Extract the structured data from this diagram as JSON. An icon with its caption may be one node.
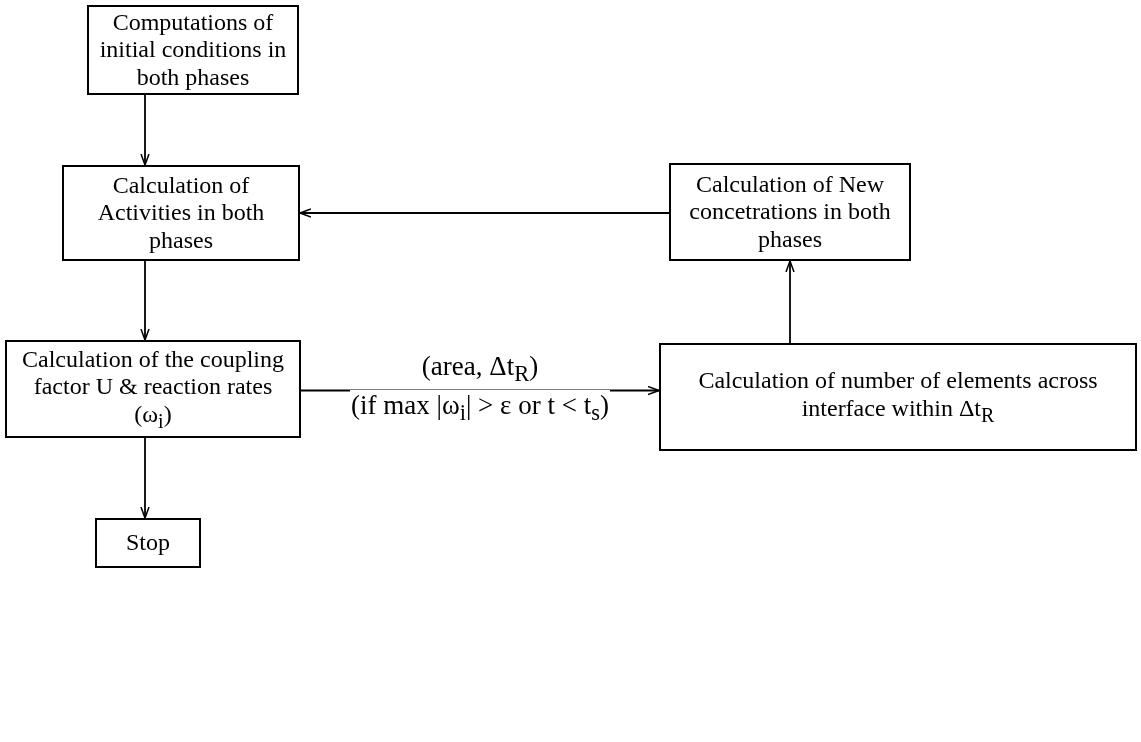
{
  "diagram": {
    "nodes": [
      {
        "text": [
          "Computations of initial conditions in both phases"
        ]
      },
      {
        "text": [
          "Calculation of Activities in both phases"
        ]
      },
      {
        "text": [
          "Calculation of New concetrations in both phases"
        ]
      },
      {
        "text": [
          "Calculation of the coupling factor U & reaction rates (ω$_{i}$)"
        ]
      },
      {
        "text": [
          "Calculation of number of elements across interface within Δt$_{R}$"
        ]
      },
      {
        "text": [
          "Stop"
        ]
      }
    ],
    "edges": [
      {
        "from": 0,
        "to": 1,
        "arrow": "to"
      },
      {
        "from": 1,
        "to": 3,
        "arrow": "to"
      },
      {
        "from": 3,
        "to": 5,
        "arrow": "to"
      },
      {
        "from": 3,
        "to": 4,
        "arrow": "to",
        "label": "(area, Δt$_{R}$)"
      },
      {
        "from": 4,
        "to": 2,
        "arrow": "to"
      },
      {
        "from": 2,
        "to": 1,
        "arrow": "to"
      }
    ],
    "labels": [
      "(if max |ω$_{i}$| > ε or t < t$_{s}$)"
    ]
  }
}
